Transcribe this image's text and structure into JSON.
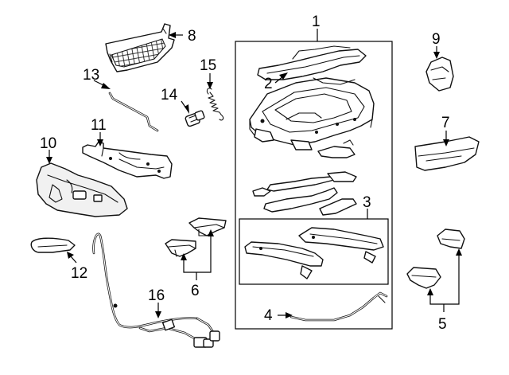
{
  "colors": {
    "line": "#000000",
    "background": "#ffffff",
    "part_fill": "#ffffff"
  },
  "callouts": {
    "c1": "1",
    "c2": "2",
    "c3": "3",
    "c4": "4",
    "c5": "5",
    "c6": "6",
    "c7": "7",
    "c8": "8",
    "c9": "9",
    "c10": "10",
    "c11": "11",
    "c12": "12",
    "c13": "13",
    "c14": "14",
    "c15": "15",
    "c16": "16"
  }
}
